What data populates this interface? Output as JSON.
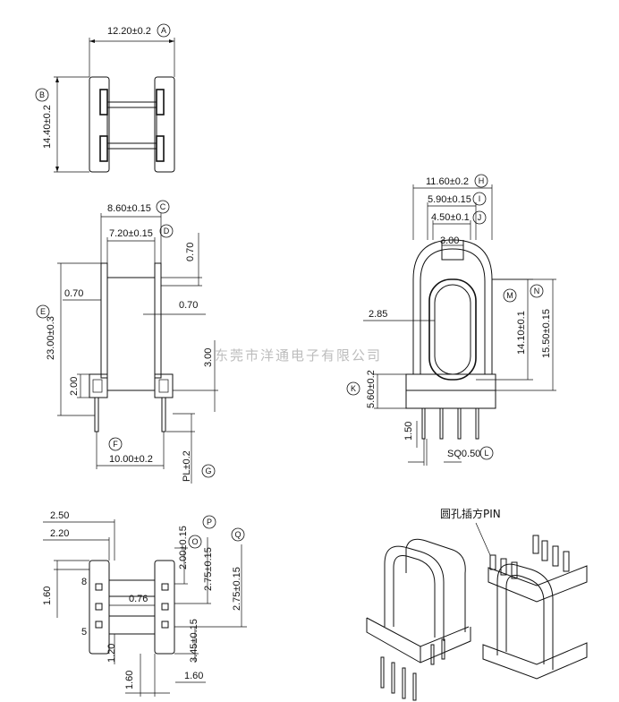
{
  "watermark": "东莞市洋通电子有限公司",
  "callout": "圆孔插方PIN",
  "dims": {
    "A": "12.20±0.2",
    "B": "14.40±0.2",
    "C": "8.60±0.15",
    "D": "7.20±0.15",
    "E": "23.00±0.3",
    "F": "10.00±0.2",
    "G": "PL±0.2",
    "H": "11.60±0.2",
    "I": "5.90±0.15",
    "J": "4.50±0.1",
    "K": "5.60±0.2",
    "L": "SQ0.50",
    "M": "14.10±0.1",
    "N": "15.50±0.15",
    "O": "2.00±0.15",
    "P": "2.75±0.15",
    "Q": "2.75±0.15",
    "R": "3.45±0.15"
  },
  "plain_dims": {
    "d070_top": "0.70",
    "d070_left": "0.70",
    "d070_right": "0.70",
    "d300": "3.00",
    "d200": "2.00",
    "d300b": "3.00",
    "d285": "2.85",
    "d150": "1.50",
    "d250": "2.50",
    "d220": "2.20",
    "d160_left": "1.60",
    "d076": "0.76",
    "d120": "1.20",
    "d160_bottom": "1.60",
    "d160_bottom2": "1.60"
  },
  "pin_numbers": {
    "p8": "8",
    "p5": "5"
  }
}
